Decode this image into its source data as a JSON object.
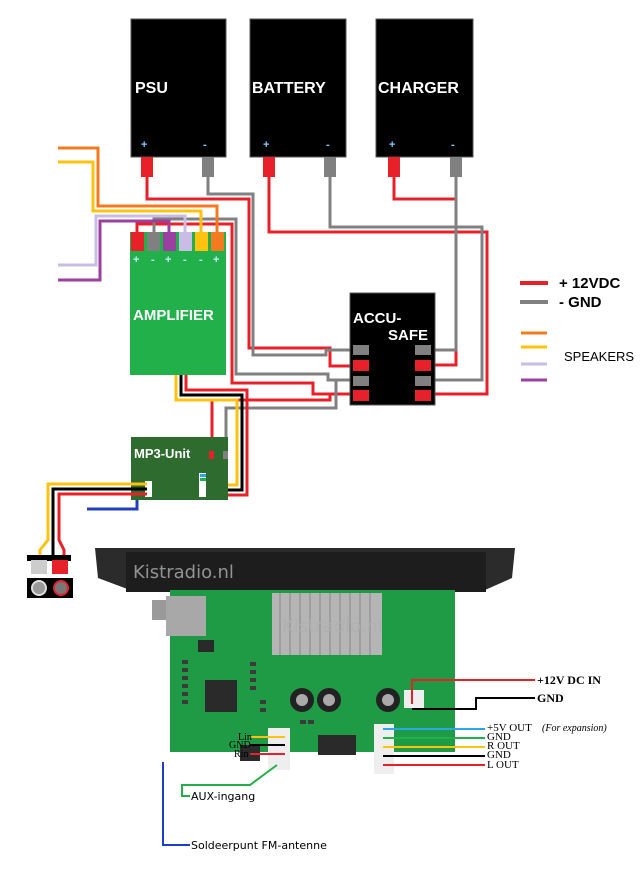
{
  "blocks": {
    "psu": {
      "label": "PSU",
      "plus": "+",
      "minus": "-"
    },
    "battery": {
      "label": "BATTERY",
      "plus": "+",
      "minus": "-"
    },
    "charger": {
      "label": "CHARGER",
      "plus": "+",
      "minus": "-"
    },
    "amplifier": {
      "label": "AMPLIFIER",
      "pins": [
        "+",
        "-",
        "+",
        "-",
        "-",
        "+"
      ]
    },
    "accusafe": {
      "label_line1": "ACCU-",
      "label_line2": "SAFE"
    },
    "mp3unit": {
      "label": "MP3-Unit"
    }
  },
  "legend": {
    "items": [
      {
        "label": "+ 12VDC",
        "color": "#e8202a"
      },
      {
        "label": "-  GND",
        "color": "#808080"
      }
    ],
    "speakers_label": "SPEAKERS",
    "speaker_colors": [
      "#f47a20",
      "#ffc20e",
      "#c9bde6",
      "#9b3fa0"
    ]
  },
  "colors": {
    "red": "#e8202a",
    "gray": "#808080",
    "orange": "#f47a20",
    "yellow": "#ffc20e",
    "lilac": "#c9bde6",
    "purple": "#9b3fa0",
    "green_block": "#22b04b",
    "mp3_green": "#2e6b2f",
    "blue": "#1f3fc0",
    "lightblue": "#2aa7e8",
    "wire_green": "#22b04b",
    "black": "#000000"
  },
  "photo": {
    "watermark1": "Kistradio.nl",
    "watermark2": "Kistradio.nl",
    "annotations": {
      "dc_in": "+12V DC IN",
      "gnd_power": "GND",
      "v5_out": "+5V OUT",
      "v5_note": "(For expansion)",
      "gnd1": "GND",
      "r_out": "R OUT",
      "gnd2": "GND",
      "l_out": "L OUT",
      "lin": "Lin",
      "gnd_aux": "GND",
      "rin": "Rin",
      "aux_label": "AUX-ingang",
      "fm_label": "Soldeerpunt FM-antenne"
    }
  }
}
